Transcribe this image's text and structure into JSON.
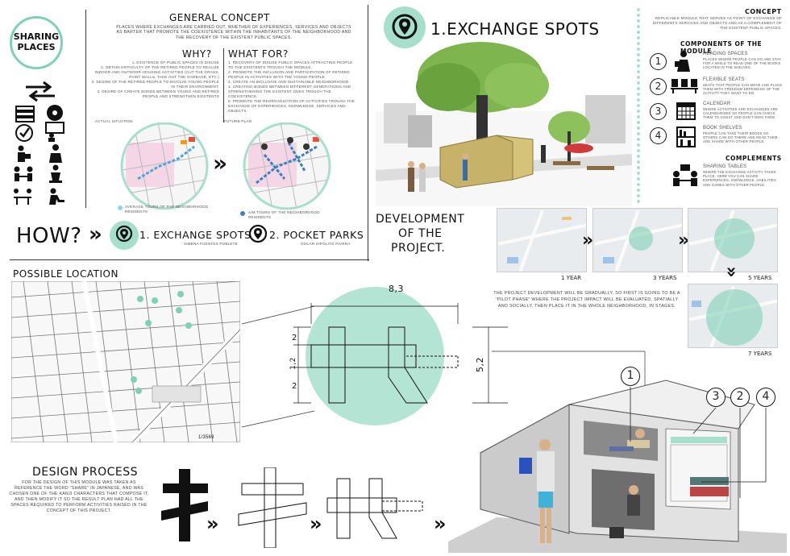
{
  "branding": {
    "logo_text_1": "SHARING",
    "logo_text_2": "PLACES"
  },
  "general_concept": {
    "title": "GENERAL CONCEPT",
    "text": "PLACES WHERE EXCHANGES ARE CARRIED OUT, WHETHER OF EXPERIENCES, SERVICES AND OBJECTS AS BARTER THAT PROMOTE THE COEXISTENCE WITHIN THE INHABITANTS OF THE NEIGHBORHOOD AND THE RECOVERY OF THE EXISTENT PUBLIC SPACES."
  },
  "why": {
    "title": "WHY?",
    "items": [
      "1. EXISTENCE OF PUBLIC SPACES IN DISUSE",
      "2. OBTAIN DIFFICULTY OF THE RETIRED PEOPLE TO REALIZE INDOOR AND OUTDOOR HOUSING ACTIVITIES (CUT THE GRASS, PAINT WALLS, TAKE OUT THE GARBAGE, ETC.)",
      "3. DESIRE OF THE RETIRED PEOPLE TO INVOLVE YOUNG PEOPLE IN THEIR ENVIRONMENT.",
      "4. DESIRE OF CREATE BONDS BETWEEN YOUNG AND RETIRED PEOPLE AND STRENGTHEN EXISTENTS"
    ]
  },
  "what_for": {
    "title": "WHAT FOR?",
    "items": [
      "1. RECOVERY OF DISUSE PUBLIC SPACES ATTRACTING PEOPLE TO THE EXISTENTS TROUGH THE MODULE.",
      "2. PROMOTE THE INCLUSION AND PARTICIPATION OF RETIRED PEOPLE IN ACTIVITIES WITH THE YOUNG PEOPLE.",
      "3. CREATE AN INCLUSIVE AND SUSTAINABLE NEIGHBORHOOD.",
      "4. CREATING BONDS BETWEEN DIFFERENT GENERATIONS AND STRENGTHENING THE EXISTENT ONES TROUGH THE COEXISTENCE.",
      "5. PROMOTE THE REORGANIZATION OF ACTIVITIES TROUGH THE EXCHANGE OF EXPERIENCES, KNOWLEDGE, SERVICES AND OBJECTS."
    ]
  },
  "plans": {
    "actual_label": "ACTUAL SITUATION",
    "future_label": "FUTURE PLAN",
    "legend_actual": "AVERAGE TOURS OF THE NEIGHBORHOOD RESIDENTS",
    "legend_future": "AIM TOURS OF THE NEIGHBORHOOD RESIDENTS"
  },
  "how": {
    "title": "HOW?",
    "option_1": "1. EXCHANGE SPOTS",
    "option_1_author": "XIMENA FUENTES POBLETE",
    "option_2": "2. POCKET PARKS",
    "option_2_author": "OSCAR HIPOLITO RIVERA"
  },
  "exchange": {
    "title": "1.EXCHANGE SPOTS"
  },
  "concept": {
    "title": "CONCEPT",
    "text": "REPLICABLE MODULE THAT SERVES AS POINT OF EXCHANGE OF DIFFERENTS SERVICES AND OBJECTS AND AS A COMPLEMENT OF THE EXISTENT PUBLIC SPACES.",
    "components_title": "COMPONENTS OF THE MODULE",
    "components": [
      {
        "num": "1",
        "title": "READING SPACES",
        "text": "PLACES WHERE PEOPLE CAN GO AND STAY FOR A WHILE TO READ ONE OF THE BOOKS LOCATED IN THE SHELVES."
      },
      {
        "num": "2",
        "title": "FLEXIBLE SEATS",
        "text": "SEATS THAT PEOPLE CAN MOVE AND PLACE THEM WITH FREEDOM DEPENDING OF THE ACTIVITY THEY WANT TO DO."
      },
      {
        "num": "3",
        "title": "CALENDAR",
        "text": "WHERE ACTIVITIES AND EXCHANGES ARE CALENDARIZED SO PEOPLE CAN CHECK THEM TO ASSIST AND DON'T MISS THEM."
      },
      {
        "num": "4",
        "title": "BOOK SHELVES",
        "text": "PEOPLE CAN TAKE THEIR BOOKS SO OTHERS CAN GO THERE AND READ THEM AND SHARE WITH OTHER PEOPLE."
      }
    ],
    "complements_title": "COMPLEMENTS",
    "complement": {
      "title": "SHARING TABLES",
      "text": "WHERE THE EXCHANGE ACTIVITY TAKES PLACE. HERE YOU CAN SHARE EXPERIENCES, KNOWLEDGE, HABILITIES AND GAMES WITH OTHER PEOPLE."
    }
  },
  "development": {
    "title_1": "DEVELOPMENT",
    "title_2": "OF THE",
    "title_3": "PROJECT.",
    "stages": [
      "1 YEAR",
      "3 YEARS",
      "5 YEARS",
      "7 YEARS"
    ],
    "text": "THE PROJECT DEVELOPMENT WILL BE GRADUALLY, SO FIRST IS GOING TO BE A \"PILOT PHASE\" WHERE THE PROJECT IMPACT WILL BE EVALUATED, SPATIALLY AND SOCIALLY, THEN PLACE IT IN THE WHOLE NEIGHBORHOOD, IN STAGES."
  },
  "location": {
    "title": "POSSIBLE LOCATION",
    "scale": "1/3569"
  },
  "dimensions": {
    "width": "8,3",
    "height": "5,2",
    "d1": "2",
    "d2": "1,2",
    "d3": "2"
  },
  "design": {
    "title": "DESIGN PROCESS",
    "text": "FOR THE DESIGN OF THIS MODULE WAS TAKEN AS REFERENCE THE WORD \"SHARE\" IN JAPANESE, AND WAS CHOSEN ONE OF THE KANJI CHARACTERS THAT COMPOSE IT, AND THEN MODIFY IT SO THE RESULT PLAN HAD ALL THE SPACES REQUIRED TO PERFORM ACTIVITIES RAISED IN THE CONCEPT OF THIS PROJECT."
  },
  "render_labels": [
    "1",
    "2",
    "3",
    "4"
  ],
  "accent": "#a7dfcd"
}
